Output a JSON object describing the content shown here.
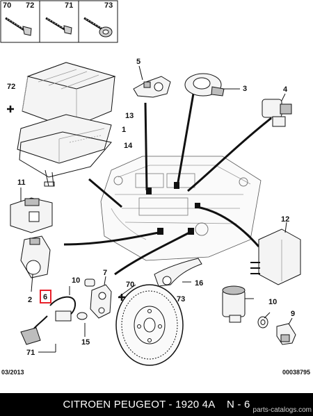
{
  "header_parts": [
    {
      "ref": "70"
    },
    {
      "ref": "72"
    },
    {
      "ref": "71"
    },
    {
      "ref": "73"
    }
  ],
  "callouts": {
    "c1": "1",
    "c2": "2",
    "c3": "3",
    "c4": "4",
    "c5": "5",
    "c6": "6",
    "c7": "7",
    "c9": "9",
    "c10": "10",
    "c11": "11",
    "c12": "12",
    "c13": "13",
    "c14": "14",
    "c15": "15",
    "c16": "16",
    "c70": "70",
    "c71": "71",
    "c72": "72",
    "c73": "73"
  },
  "footer": {
    "date": "03/2013",
    "code": "00038795",
    "title": "CITROEN PEUGEOT - 1920 4A    N - 6",
    "watermark": "parts-catalogs.com"
  },
  "highlight_color": "#e8202a"
}
